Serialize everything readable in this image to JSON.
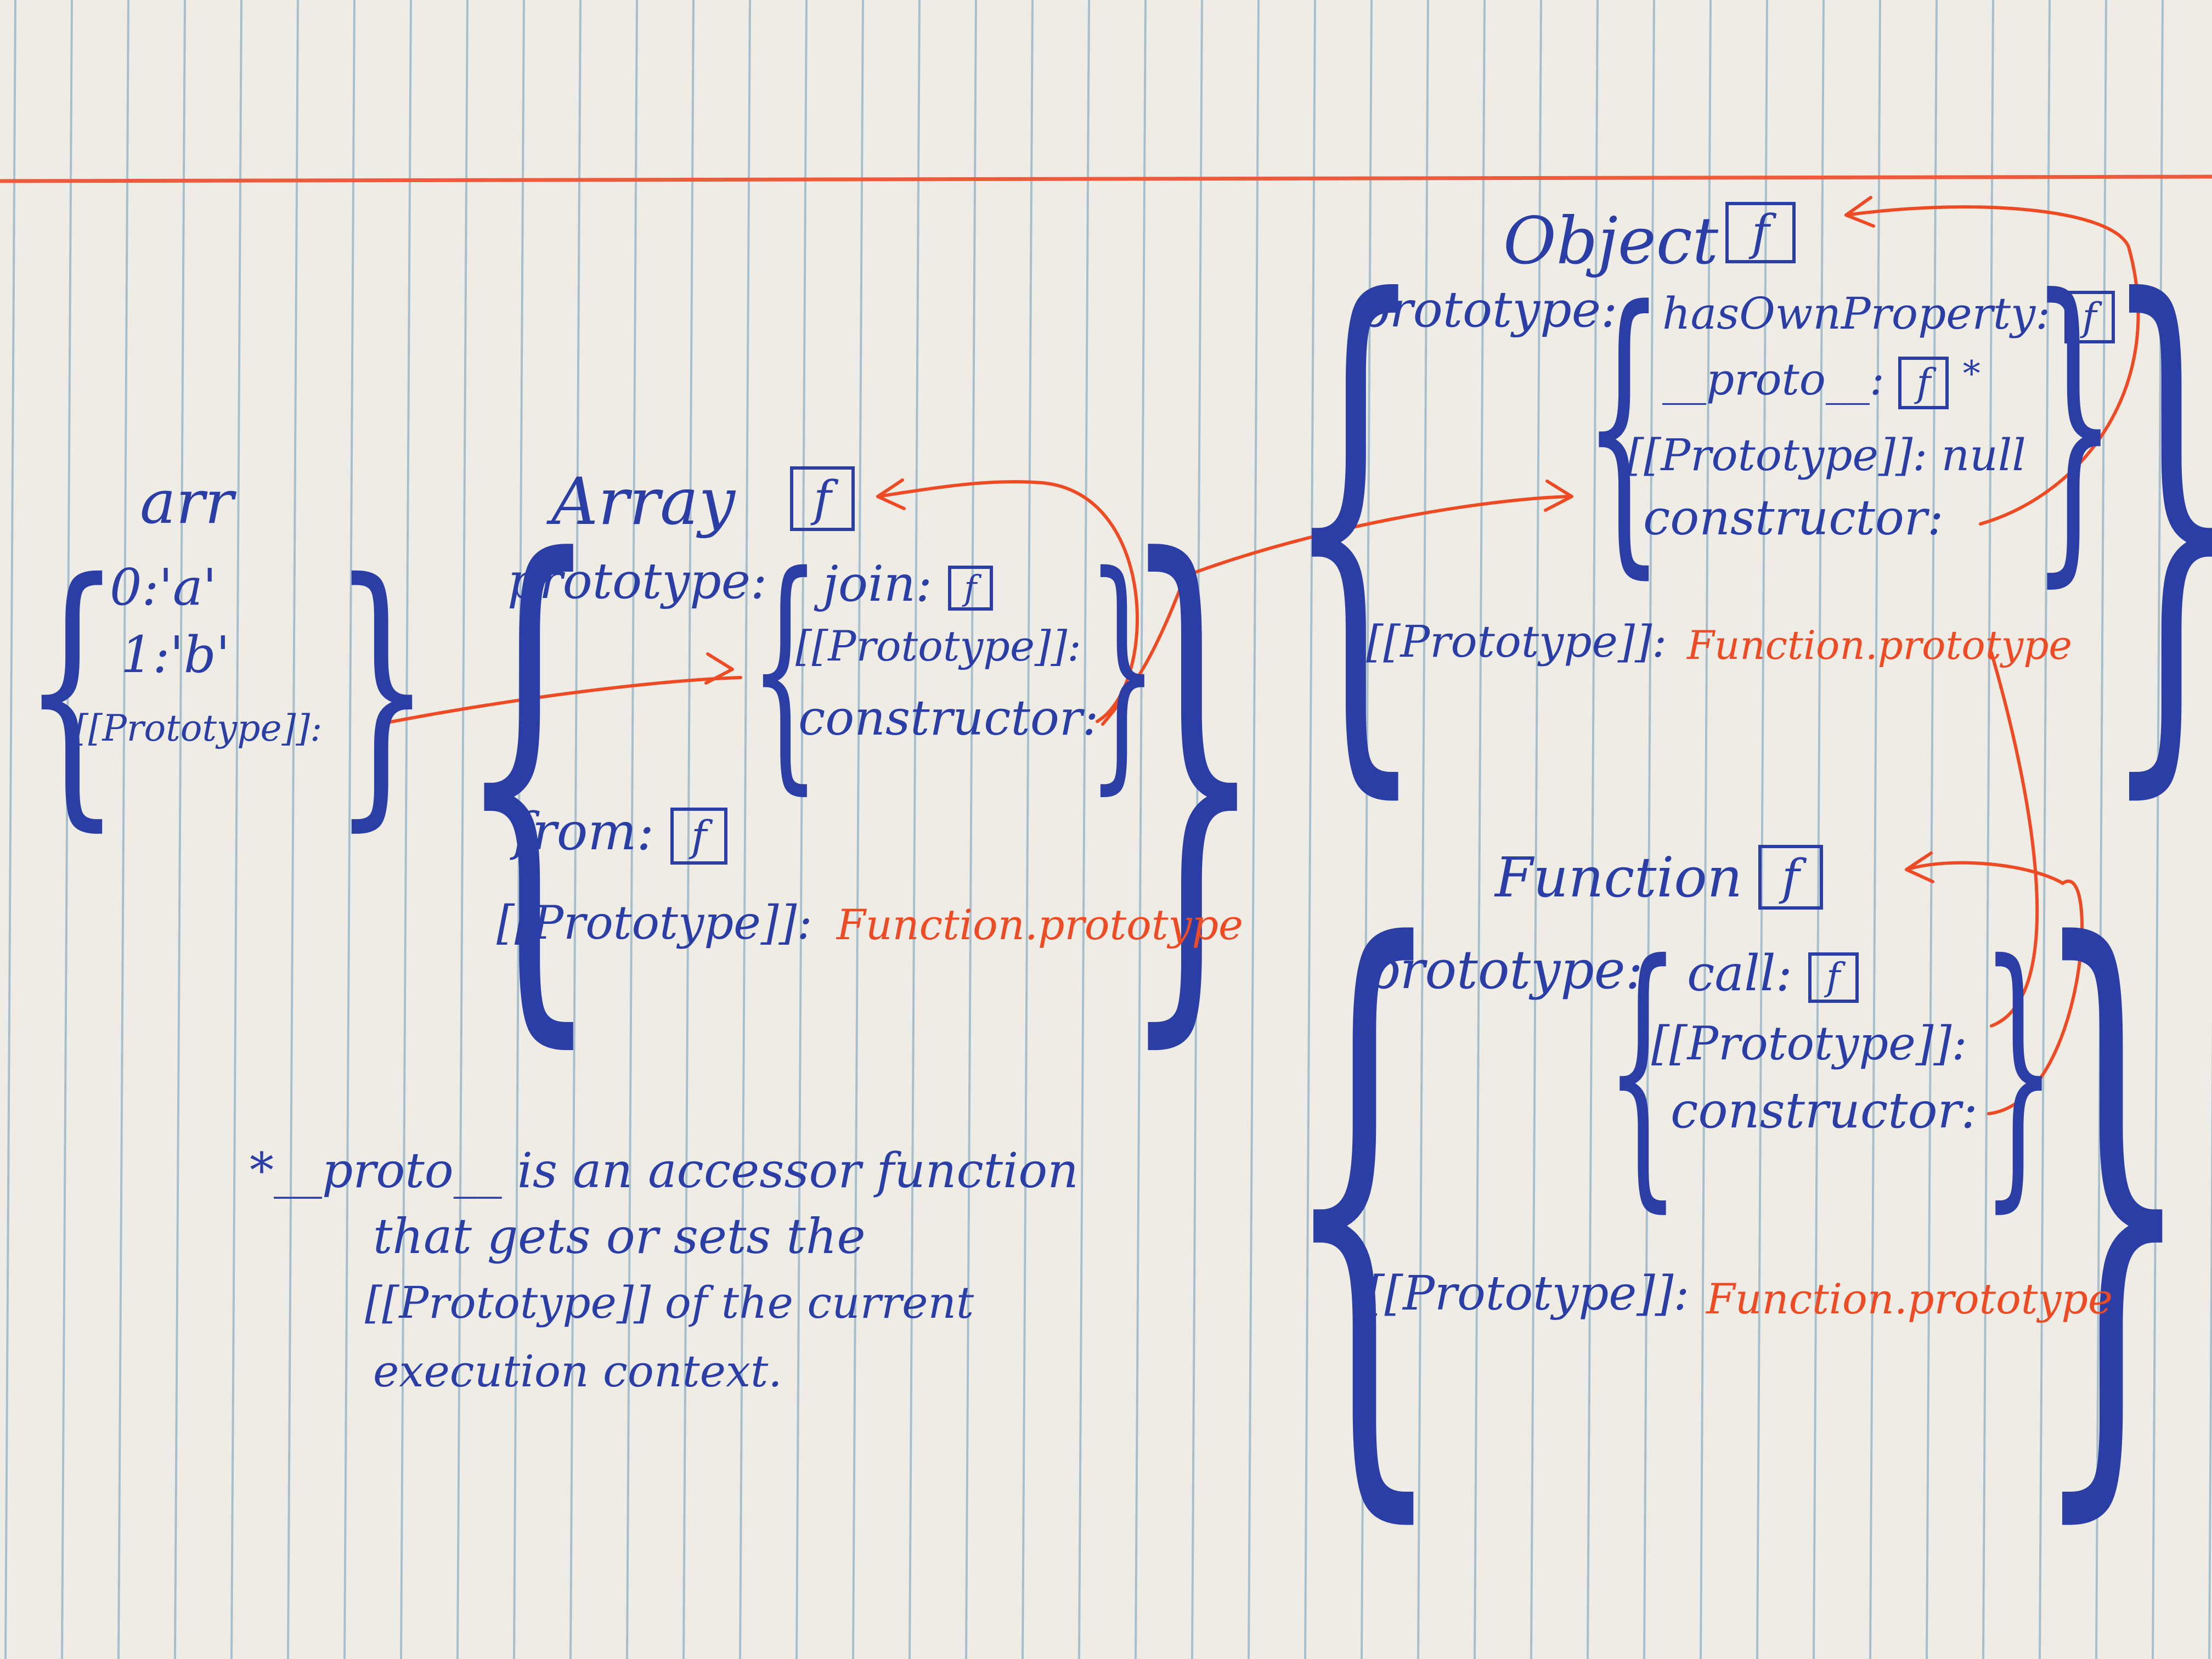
{
  "arr": {
    "title": "arr",
    "props": [
      "0:'a'",
      "1:'b'",
      "[[Prototype]]:"
    ]
  },
  "array_fn": {
    "title": "Array",
    "badge": "f",
    "prototype_label": "prototype:",
    "proto_props": [
      {
        "label": "join:",
        "badge": "f"
      },
      {
        "label": "[[Prototype]]:",
        "badge": ""
      },
      {
        "label": "constructor:",
        "badge": ""
      }
    ],
    "from_label": "from:",
    "from_badge": "f",
    "own_proto_label": "[[Prototype]]:",
    "own_proto_value": "Function.prototype"
  },
  "object_fn": {
    "title": "Object",
    "badge": "f",
    "prototype_label": "prototype:",
    "proto_props": [
      {
        "label": "hasOwnProperty:",
        "badge": "f",
        "mark": ""
      },
      {
        "label": "__proto__:",
        "badge": "f",
        "mark": "*"
      },
      {
        "label": "[[Prototype]]: null",
        "badge": "",
        "mark": ""
      },
      {
        "label": "constructor:",
        "badge": "",
        "mark": ""
      }
    ],
    "own_proto_label": "[[Prototype]]:",
    "own_proto_value": "Function.prototype"
  },
  "function_fn": {
    "title": "Function",
    "badge": "f",
    "prototype_label": "prototype:",
    "proto_props": [
      {
        "label": "call:",
        "badge": "f"
      },
      {
        "label": "[[Prototype]]:",
        "badge": ""
      },
      {
        "label": "constructor:",
        "badge": ""
      }
    ],
    "own_proto_label": "[[Prototype]]:",
    "own_proto_value": "Function.prototype"
  },
  "footnote": {
    "lines": [
      "*__proto__ is an accessor function",
      "that gets or sets the",
      "[[Prototype]] of the current",
      "execution context."
    ]
  },
  "colors": {
    "ink_blue": "#2a3ea6",
    "ink_red": "#ee4a24",
    "margin_line": "#ee5a3c",
    "rule_line": "#8fb0c4",
    "paper": "#efece6"
  }
}
